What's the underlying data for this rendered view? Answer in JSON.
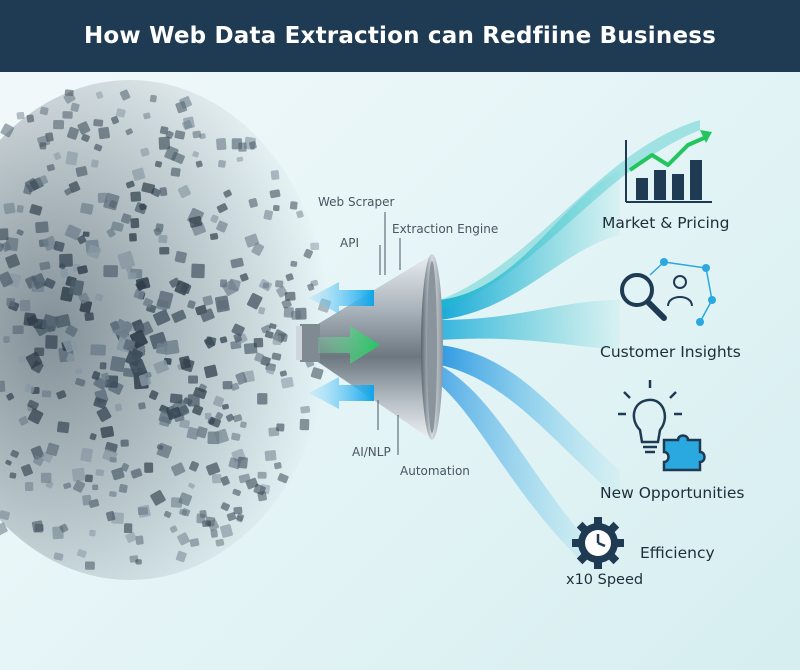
{
  "title": "How Web Data Extraction can Redfiine Business",
  "inputs": {
    "web_scraper": "Web Scraper",
    "api": "API",
    "extraction_engine": "Extraction Engine",
    "ai_nlp": "AI/NLP",
    "automation": "Automation"
  },
  "outputs": {
    "market_pricing": "Market & Pricing",
    "customer_insights": "Customer Insights",
    "new_opportunities": "New Opportunities",
    "efficiency": "Efficiency",
    "speed": "x10 Speed"
  },
  "colors": {
    "header": "#1f3b53",
    "accent_green": "#22c55e",
    "accent_blue": "#2aa8e0",
    "icon_dark": "#1f3b53"
  },
  "icons": [
    "growth-chart-icon",
    "customer-search-icon",
    "lightbulb-puzzle-icon",
    "gear-clock-icon",
    "funnel-icon"
  ]
}
